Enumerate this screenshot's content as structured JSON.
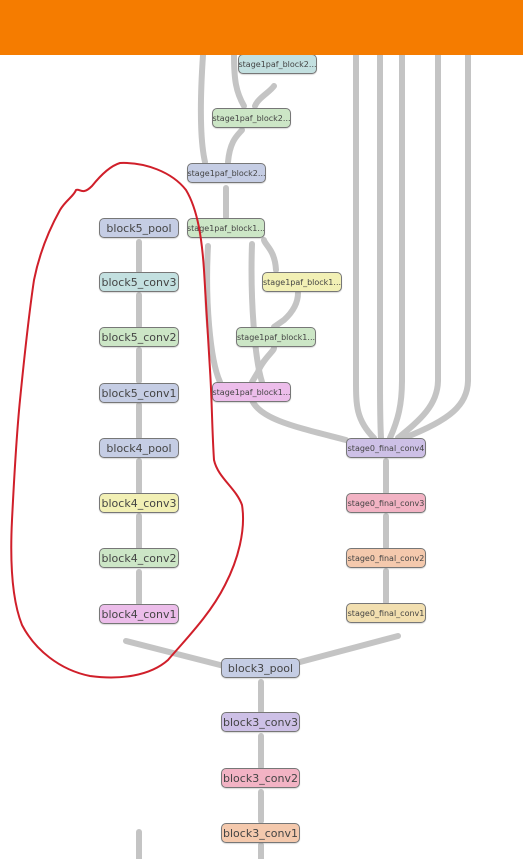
{
  "header": {
    "color": "#f57c00"
  },
  "node_colors": {
    "blue": "#c5cde4",
    "teal": "#c3e0e0",
    "green": "#cce6c6",
    "yellow": "#f2f0b5",
    "pink": "#ecbdea",
    "lavender": "#cdc0e6",
    "rose": "#f2b3c4",
    "peach": "#f4c9ad",
    "tan": "#f2dfb0"
  },
  "nodes": {
    "block5_pool": "block5_pool",
    "block5_conv3": "block5_conv3",
    "block5_conv2": "block5_conv2",
    "block5_conv1": "block5_conv1",
    "block4_pool": "block4_pool",
    "block4_conv3": "block4_conv3",
    "block4_conv2": "block4_conv2",
    "block4_conv1": "block4_conv1",
    "block3_pool": "block3_pool",
    "block3_conv3": "block3_conv3",
    "block3_conv2": "block3_conv2",
    "block3_conv1": "block3_conv1",
    "stage0_final_conv4": "stage0_final_conv4",
    "stage0_final_conv3": "stage0_final_conv3",
    "stage0_final_conv2": "stage0_final_conv2",
    "stage0_final_conv1": "stage0_final_conv1",
    "s1_top": "stage1paf_block2...",
    "s1_b2_a": "stage1paf_block2...",
    "s1_b2_b": "stage1paf_block2...",
    "s1_b1_green": "stage1paf_block1...",
    "s1_b1_yellow": "stage1paf_block1...",
    "s1_b1_green2": "stage1paf_block1...",
    "s1_b1_pink": "stage1paf_block1..."
  },
  "annotation": {
    "color": "#d01f2a"
  }
}
